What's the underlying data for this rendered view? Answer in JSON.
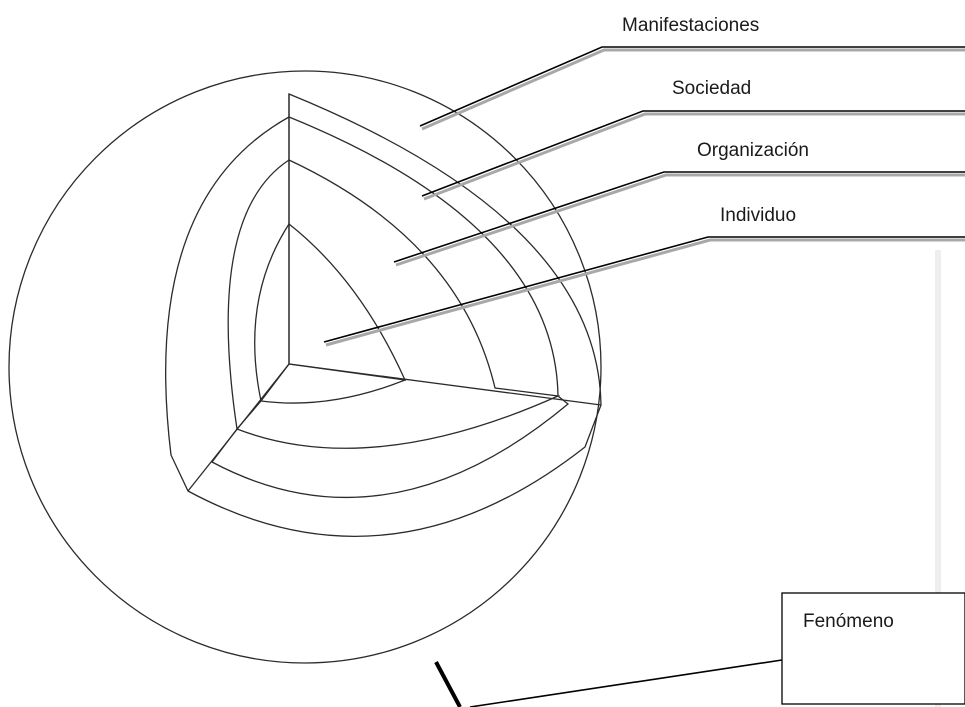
{
  "layers": [
    {
      "label": "Manifestaciones",
      "color": "#E60000"
    },
    {
      "label": "Sociedad",
      "color": "#EF6600"
    },
    {
      "label": "Organización",
      "color": "#FFC214"
    },
    {
      "label": "Individuo",
      "color": "#FFF01E"
    }
  ],
  "phenomenon": {
    "label": "Fenómeno",
    "color": "#3C74B0"
  }
}
